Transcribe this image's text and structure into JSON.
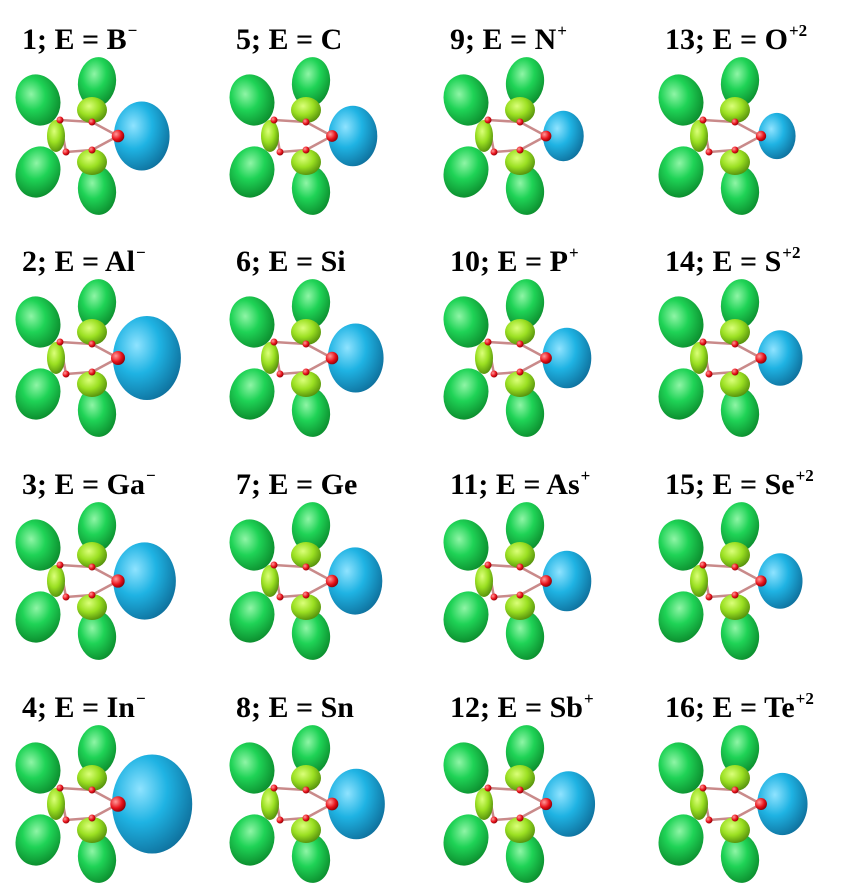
{
  "colors": {
    "green_lobe": "#1fd356",
    "green_lobe_dark": "#0b8a2c",
    "yellow_green_lobe": "#9be022",
    "blue_lobe": "#1fb3e3",
    "blue_lobe_dark": "#0d6a96",
    "atom_red": "#e8121a"
  },
  "panels": [
    {
      "num": "1;",
      "E": "B",
      "charge": "−"
    },
    {
      "num": "2;",
      "E": "Al",
      "charge": "−"
    },
    {
      "num": "3;",
      "E": "Ga",
      "charge": "−"
    },
    {
      "num": "4;",
      "E": "In",
      "charge": "−"
    },
    {
      "num": "5;",
      "E": "C",
      "charge": ""
    },
    {
      "num": "6;",
      "E": "Si",
      "charge": ""
    },
    {
      "num": "7;",
      "E": "Ge",
      "charge": ""
    },
    {
      "num": "8;",
      "E": "Sn",
      "charge": ""
    },
    {
      "num": "9;",
      "E": "N",
      "charge": "+"
    },
    {
      "num": "10;",
      "E": "P",
      "charge": "+"
    },
    {
      "num": "11;",
      "E": "As",
      "charge": "+"
    },
    {
      "num": "12;",
      "E": "Sb",
      "charge": "+"
    },
    {
      "num": "13;",
      "E": "O",
      "charge": "+2"
    },
    {
      "num": "14;",
      "E": "S",
      "charge": "+2"
    },
    {
      "num": "15;",
      "E": "Se",
      "charge": "+2"
    },
    {
      "num": "16;",
      "E": "Te",
      "charge": "+2"
    }
  ],
  "lone_pair_size": [
    0.82,
    1.0,
    0.92,
    1.18,
    0.72,
    0.82,
    0.8,
    0.84,
    0.6,
    0.72,
    0.72,
    0.78,
    0.55,
    0.66,
    0.66,
    0.74
  ]
}
